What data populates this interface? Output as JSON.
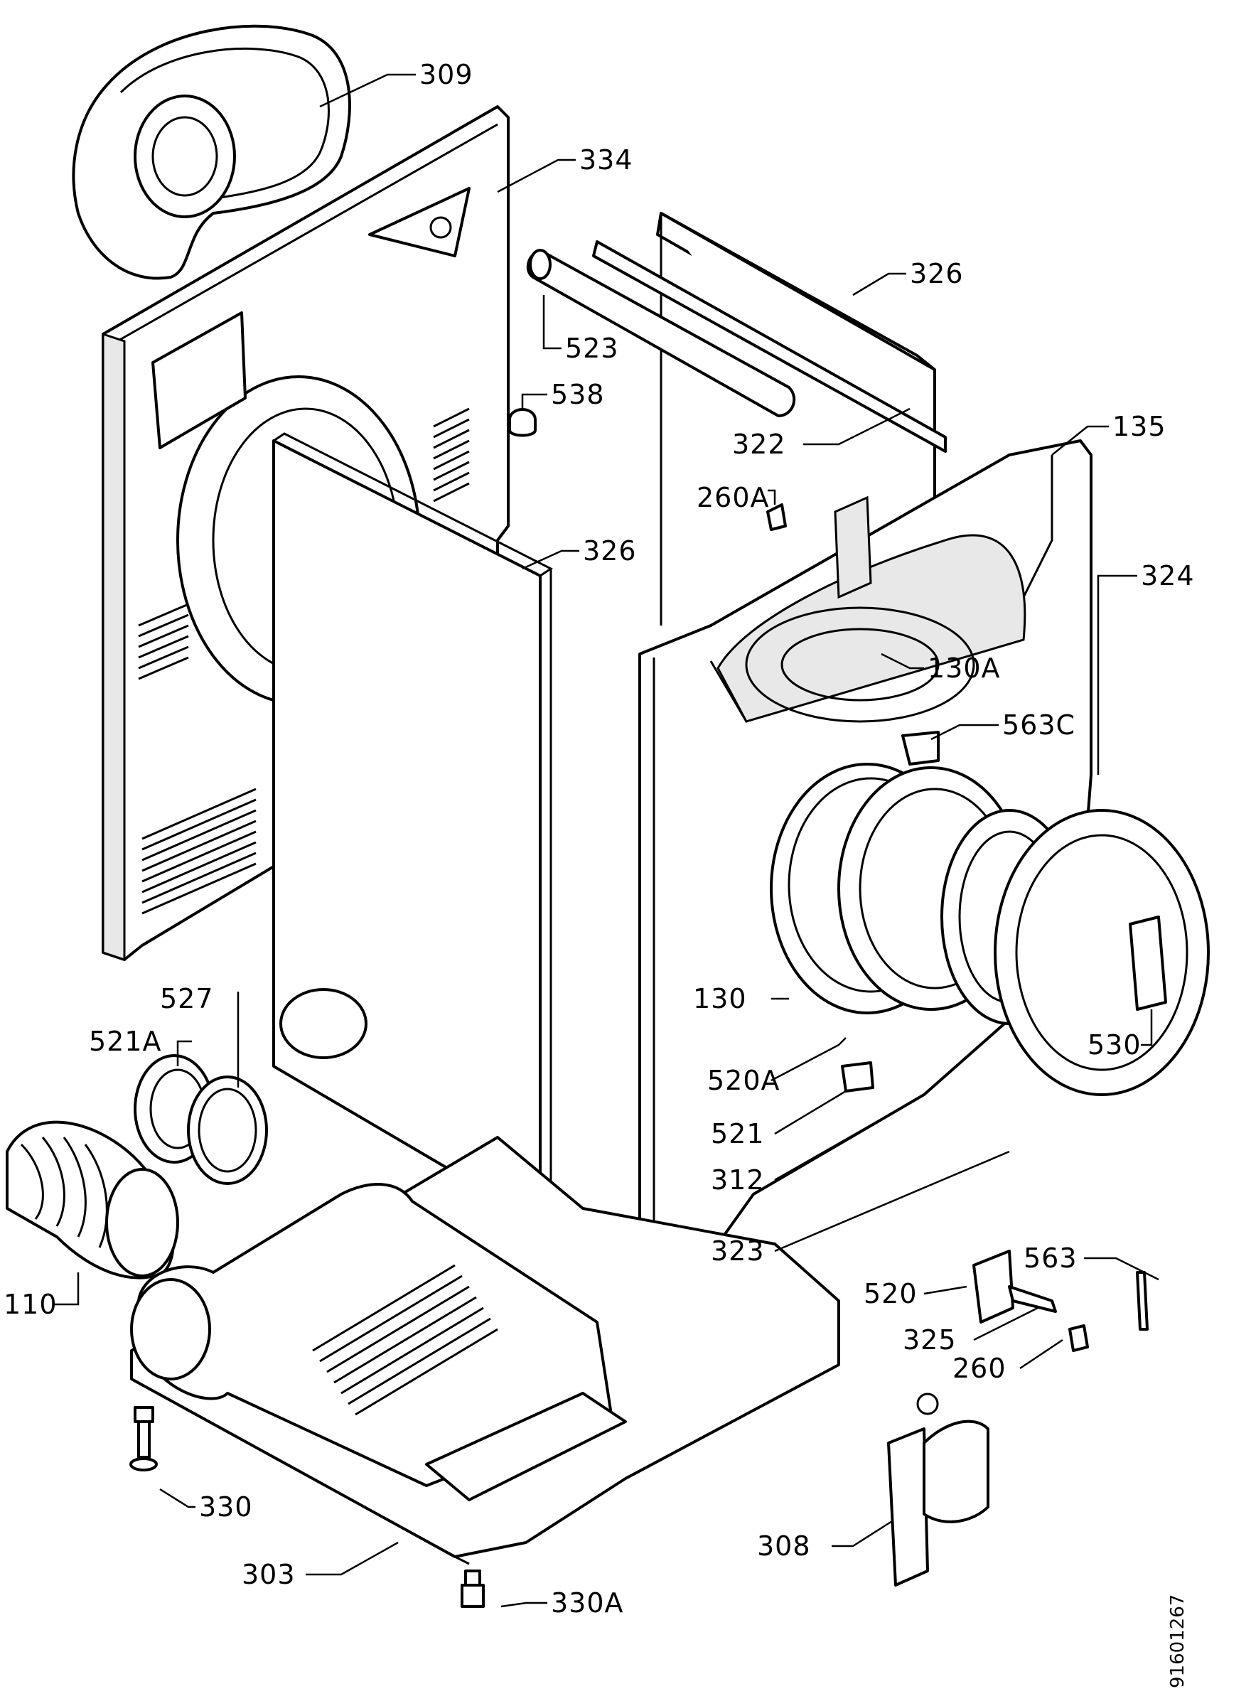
{
  "document_id": "91601267",
  "callouts": [
    {
      "id": "c309",
      "label": "309"
    },
    {
      "id": "c334",
      "label": "334"
    },
    {
      "id": "c326a",
      "label": "326"
    },
    {
      "id": "c523",
      "label": "523"
    },
    {
      "id": "c538",
      "label": "538"
    },
    {
      "id": "c322",
      "label": "322"
    },
    {
      "id": "c135",
      "label": "135"
    },
    {
      "id": "c260a",
      "label": "260A"
    },
    {
      "id": "c326b",
      "label": "326"
    },
    {
      "id": "c324",
      "label": "324"
    },
    {
      "id": "c130a",
      "label": "130A"
    },
    {
      "id": "c563c",
      "label": "563C"
    },
    {
      "id": "c527",
      "label": "527"
    },
    {
      "id": "c521a",
      "label": "521A"
    },
    {
      "id": "c130",
      "label": "130"
    },
    {
      "id": "c530",
      "label": "530"
    },
    {
      "id": "c520a",
      "label": "520A"
    },
    {
      "id": "c521",
      "label": "521"
    },
    {
      "id": "c312",
      "label": "312"
    },
    {
      "id": "c323",
      "label": "323"
    },
    {
      "id": "c110",
      "label": "110"
    },
    {
      "id": "c563",
      "label": "563"
    },
    {
      "id": "c520",
      "label": "520"
    },
    {
      "id": "c325",
      "label": "325"
    },
    {
      "id": "c260",
      "label": "260"
    },
    {
      "id": "c330",
      "label": "330"
    },
    {
      "id": "c308",
      "label": "308"
    },
    {
      "id": "c303",
      "label": "303"
    },
    {
      "id": "c330a",
      "label": "330A"
    }
  ]
}
